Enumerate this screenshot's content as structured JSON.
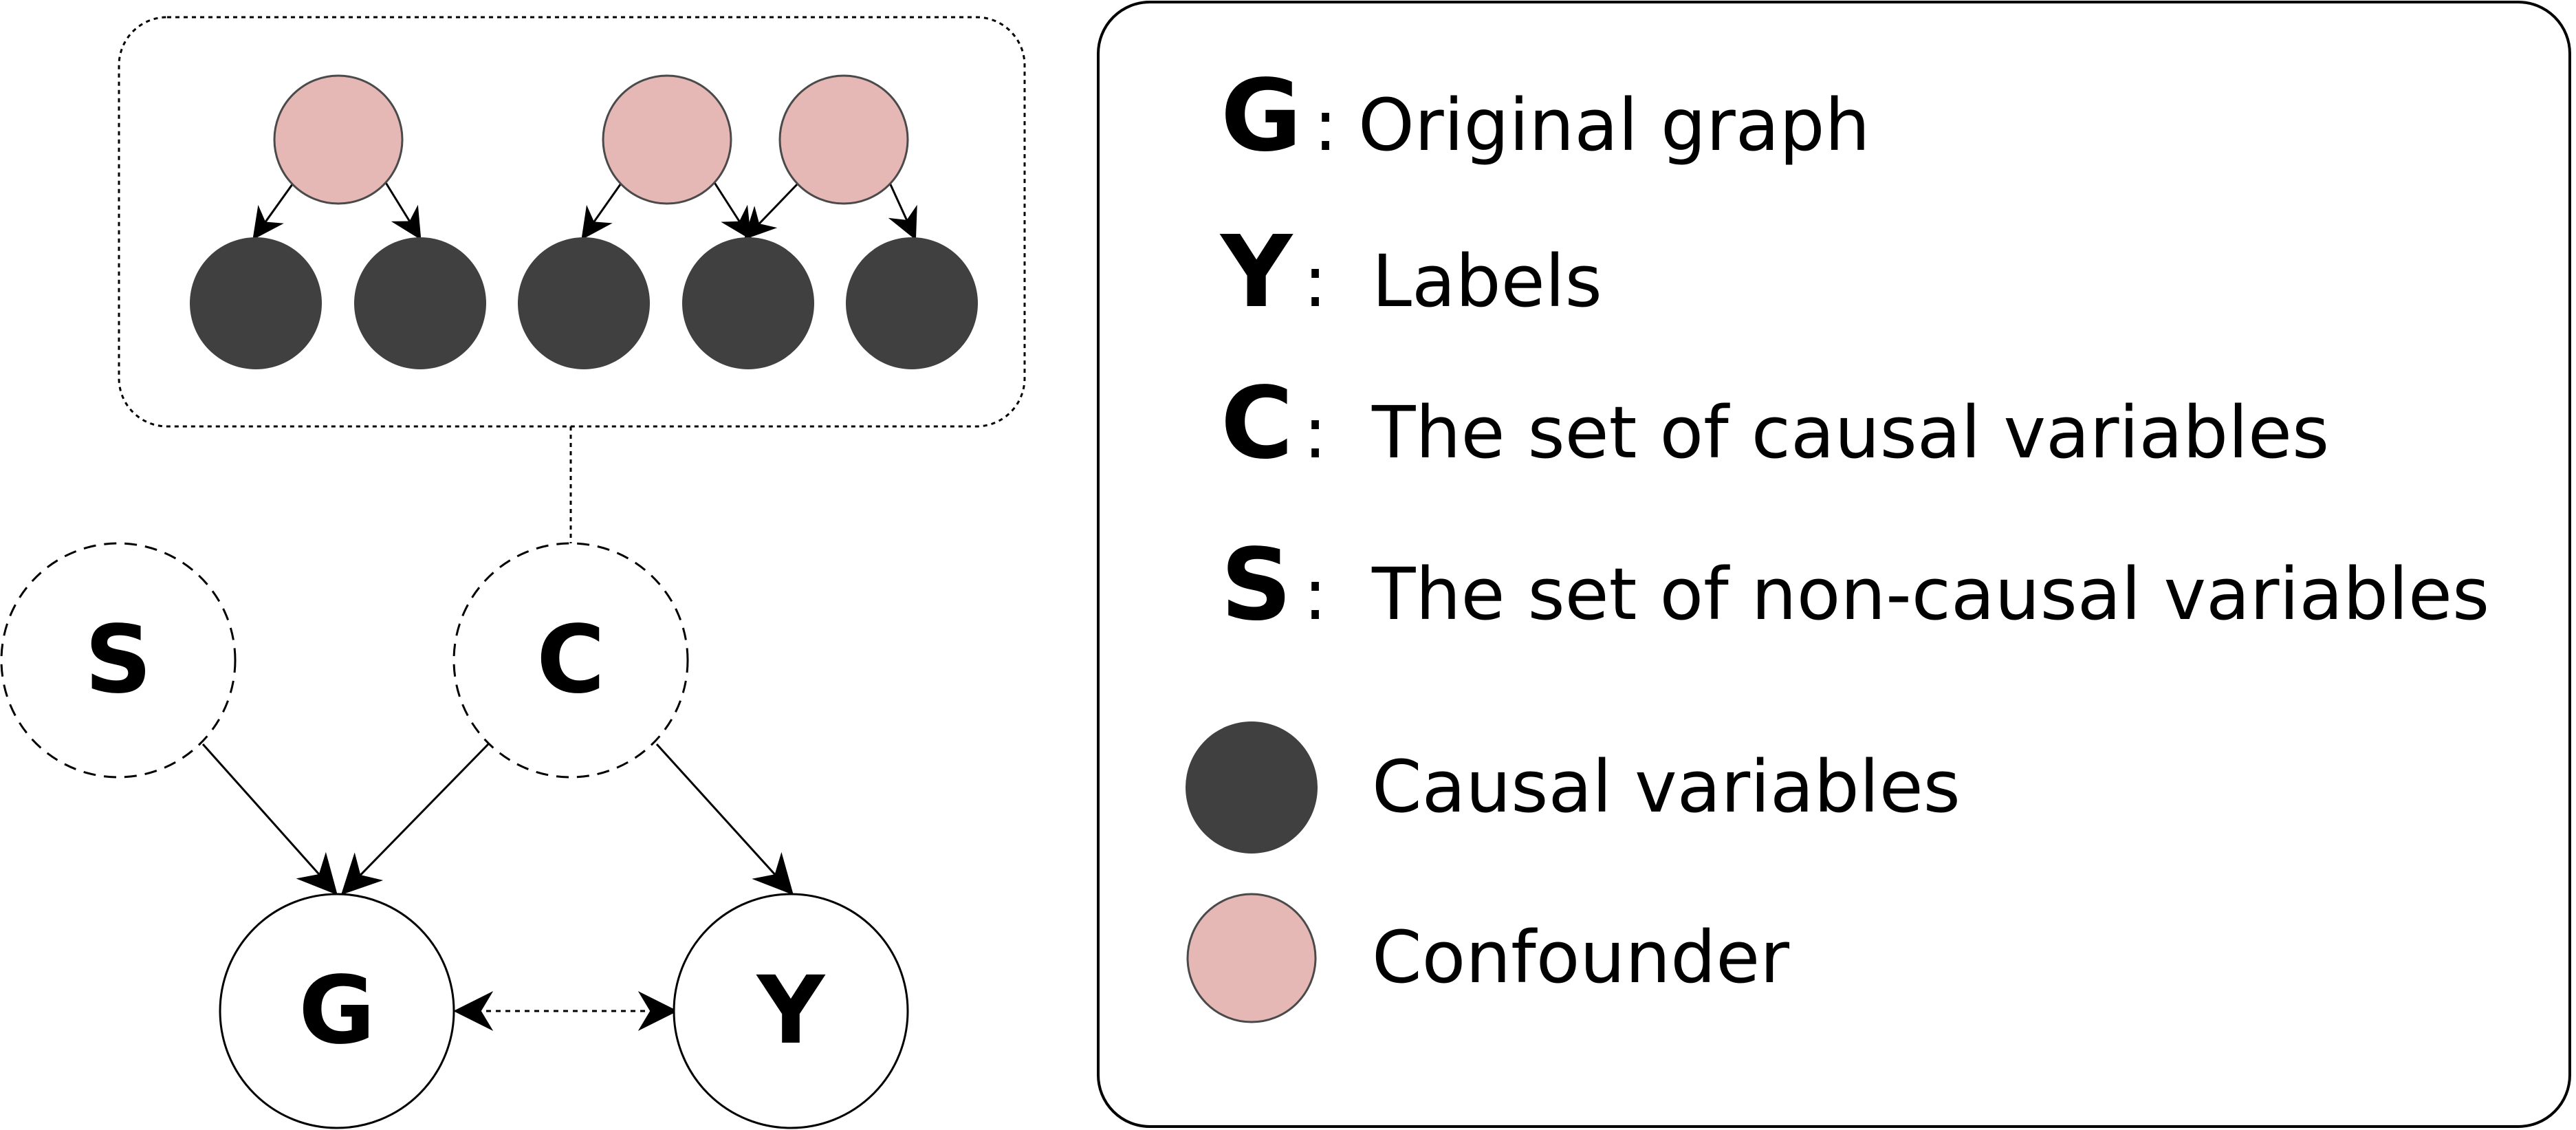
{
  "colors": {
    "causal_fill": "#404040",
    "confounder_fill": "#e5b8b6",
    "stroke": "#000000",
    "background": "#ffffff"
  },
  "nodes": {
    "s": "S",
    "c": "C",
    "g": "G",
    "y": "Y"
  },
  "legend": {
    "items": [
      {
        "symbol": "G",
        "separator": ":",
        "text": "Original graph"
      },
      {
        "symbol": "Y",
        "separator": ":",
        "text": "Labels"
      },
      {
        "symbol": "C",
        "separator": ":",
        "text": "The set of causal variables"
      },
      {
        "symbol": "S",
        "separator": ":",
        "text": "The set of non-causal variables"
      }
    ],
    "causal_variables": "Causal variables",
    "confounder": "Confounder"
  }
}
